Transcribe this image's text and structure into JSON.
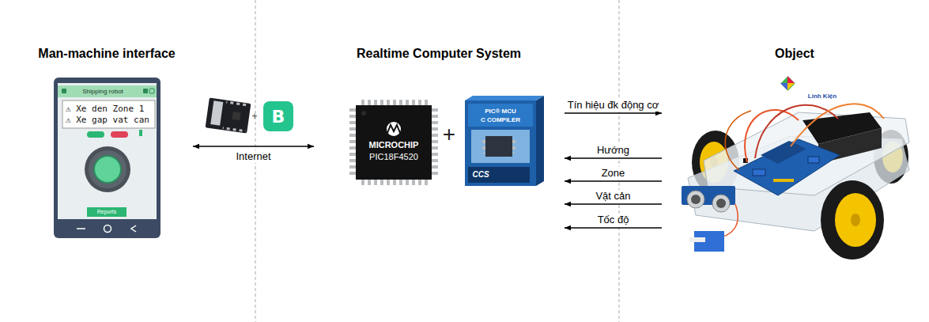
{
  "diagram": {
    "nodes": [
      {
        "text": [
          "Man-machine interface"
        ]
      },
      {
        "text": [
          "Realtime Computer System"
        ]
      },
      {
        "text": [
          "Object"
        ]
      }
    ],
    "edges": [
      {
        "from": 0,
        "to": 1,
        "arrow": "both",
        "label": "Internet"
      },
      {
        "from": 1,
        "to": 2,
        "arrow": "to",
        "label": "Tín hiệu đk động cơ"
      },
      {
        "from": 2,
        "to": 1,
        "arrow": "to",
        "label": "Hướng"
      },
      {
        "from": 2,
        "to": 1,
        "arrow": "to",
        "label": "Zone"
      },
      {
        "from": 2,
        "to": 1,
        "arrow": "to",
        "label": "Vật cản"
      },
      {
        "from": 2,
        "to": 1,
        "arrow": "to",
        "label": "Tốc độ"
      }
    ],
    "labels": [
      "Shipping robot",
      "⚠ Xe den Zone 1",
      "⚠ Xe gap vat can",
      "Reports",
      "+",
      "B",
      "MICROCHIP",
      "PIC18F4520",
      "+",
      "PIC® MCU",
      "C COMPILER",
      "CCS",
      "Linh Kiện"
    ]
  }
}
